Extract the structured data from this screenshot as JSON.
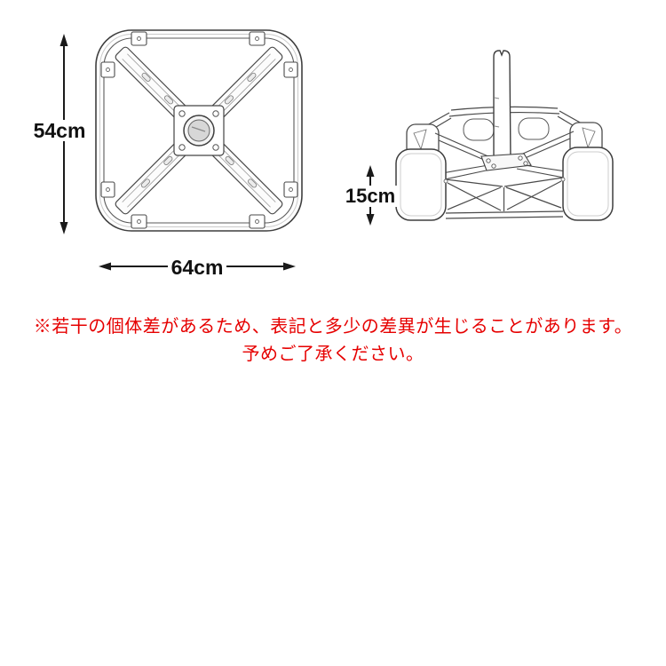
{
  "dimensions": {
    "top_view_height": "54cm",
    "top_view_width": "64cm",
    "side_view_height": "15cm"
  },
  "disclaimer": {
    "line1": "※若干の個体差があるため、表記と多少の差異が生じることがあります。",
    "line2": "予めご了承ください。"
  },
  "colors": {
    "disclaimer_text": "#e60000",
    "dimension_text": "#111111",
    "line_art": "#4a4a4a",
    "background": "#ffffff"
  }
}
